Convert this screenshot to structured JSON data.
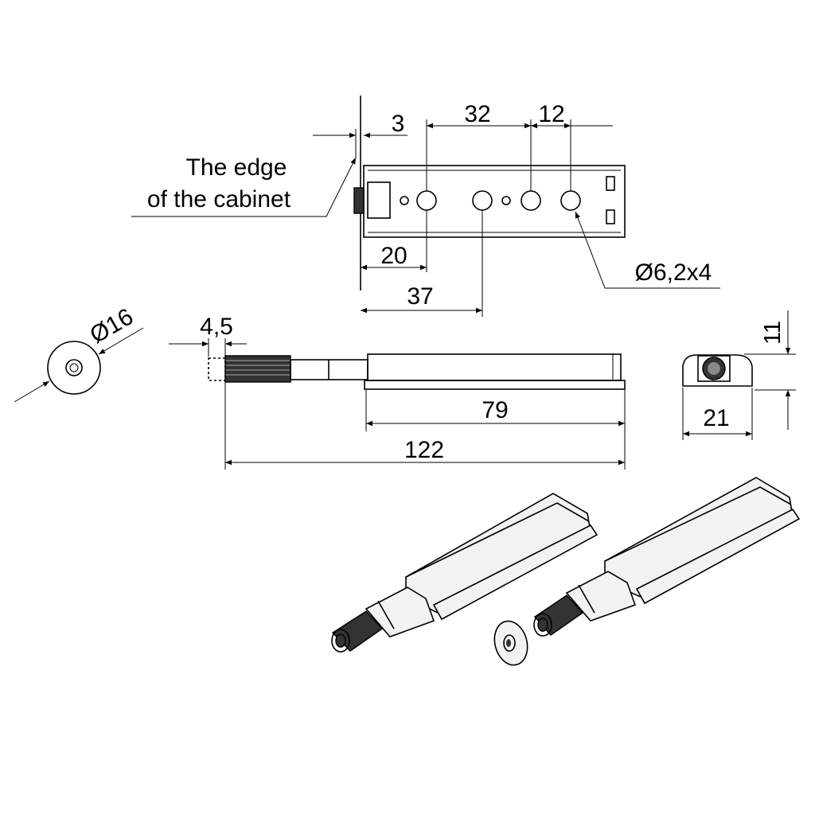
{
  "dimensions": {
    "edge_offset": "3",
    "hole_spacing_1": "32",
    "hole_spacing_2": "12",
    "first_hole": "20",
    "second_hole": "37",
    "hole_spec": "Ø6,2x4",
    "washer_diameter": "Ø16",
    "tip_length": "4,5",
    "body_length": "79",
    "total_length": "122",
    "height": "11",
    "width": "21"
  },
  "labels": {
    "edge_line1": "The edge",
    "edge_line2": "of the cabinet"
  },
  "colors": {
    "line": "#000000",
    "part_fill": "#f2f2f2"
  }
}
